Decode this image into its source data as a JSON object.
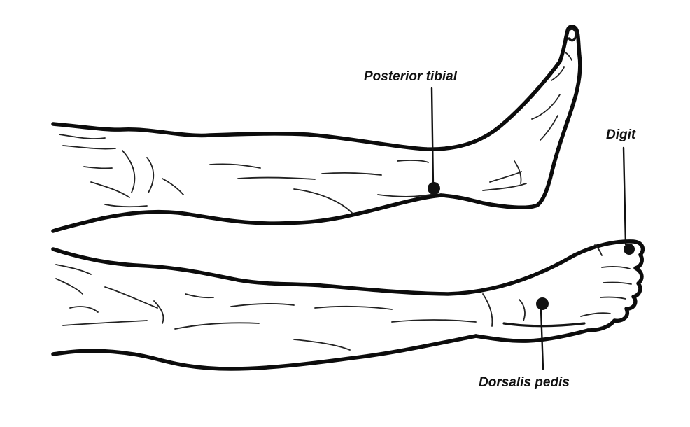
{
  "labels": {
    "posterior_tibial": "Posterior tibial",
    "digit": "Digit",
    "dorsalis_pedis": "Dorsalis pedis"
  }
}
